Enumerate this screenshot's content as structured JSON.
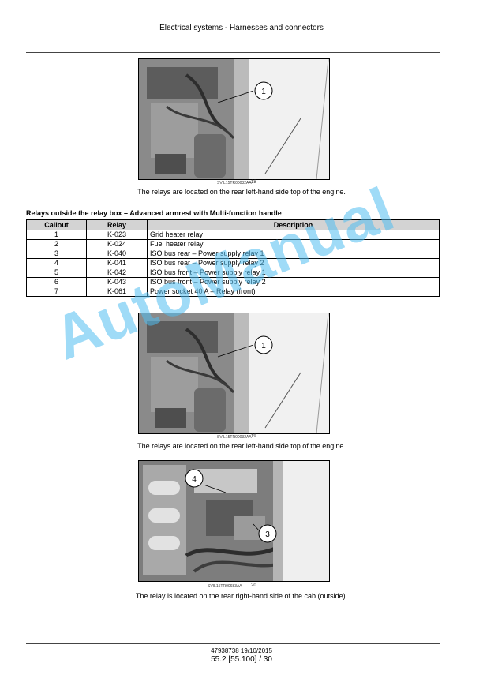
{
  "header": {
    "title": "Electrical systems - Harnesses and connectors"
  },
  "figures": [
    {
      "id": "SVIL15TR00032AA",
      "number": "18",
      "callouts": [
        "1"
      ],
      "caption": "The relays are located on the rear left-hand side top of the engine."
    },
    {
      "id": "SVIL15TR00032AA",
      "number": "19",
      "callouts": [
        "1"
      ],
      "caption": "The relays are located on the rear left-hand side top of the engine."
    },
    {
      "id": "SVIL15TR00683AA",
      "number": "20",
      "callouts": [
        "4",
        "3"
      ],
      "caption": "The relay is located on the rear right-hand side of the cab (outside)."
    }
  ],
  "section": {
    "title": "Relays outside the relay box – Advanced armrest with Multi-function handle"
  },
  "table": {
    "headers": [
      "Callout",
      "Relay",
      "Description"
    ],
    "rows": [
      [
        "1",
        "K-023",
        "Grid heater relay"
      ],
      [
        "2",
        "K-024",
        "Fuel heater relay"
      ],
      [
        "3",
        "K-040",
        "ISO bus rear – Power supply relay 1"
      ],
      [
        "4",
        "K-041",
        "ISO bus rear – Power supply relay 2"
      ],
      [
        "5",
        "K-042",
        "ISO bus front – Power supply relay 1"
      ],
      [
        "6",
        "K-043",
        "ISO bus front – Power supply relay 2"
      ],
      [
        "7",
        "K-061",
        "Power socket 40 A – Relay (front)"
      ]
    ]
  },
  "watermark": "AutoManual",
  "footer": {
    "doc": "47938738 19/10/2015",
    "page": "55.2 [55.100] / 30"
  }
}
